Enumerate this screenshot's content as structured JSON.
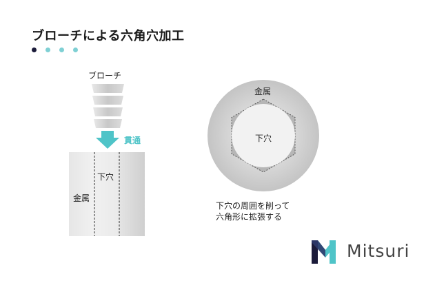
{
  "title": "ブローチによる六角穴加工",
  "colors": {
    "accent": "#4fc4c8",
    "dark_dot": "#1b1b3a",
    "metal": "#d0d0d0"
  },
  "labels": {
    "broach": "ブローチ",
    "penetrate": "貫通",
    "pilot_hole_left": "下穴",
    "metal_left": "金属",
    "metal_right": "金属",
    "pilot_hole_right": "下穴"
  },
  "note": [
    "下穴の周囲を削って",
    "六角形に拡張する"
  ],
  "logo": {
    "text": "Mitsuri",
    "icon": "mitsuri-m-logo"
  }
}
